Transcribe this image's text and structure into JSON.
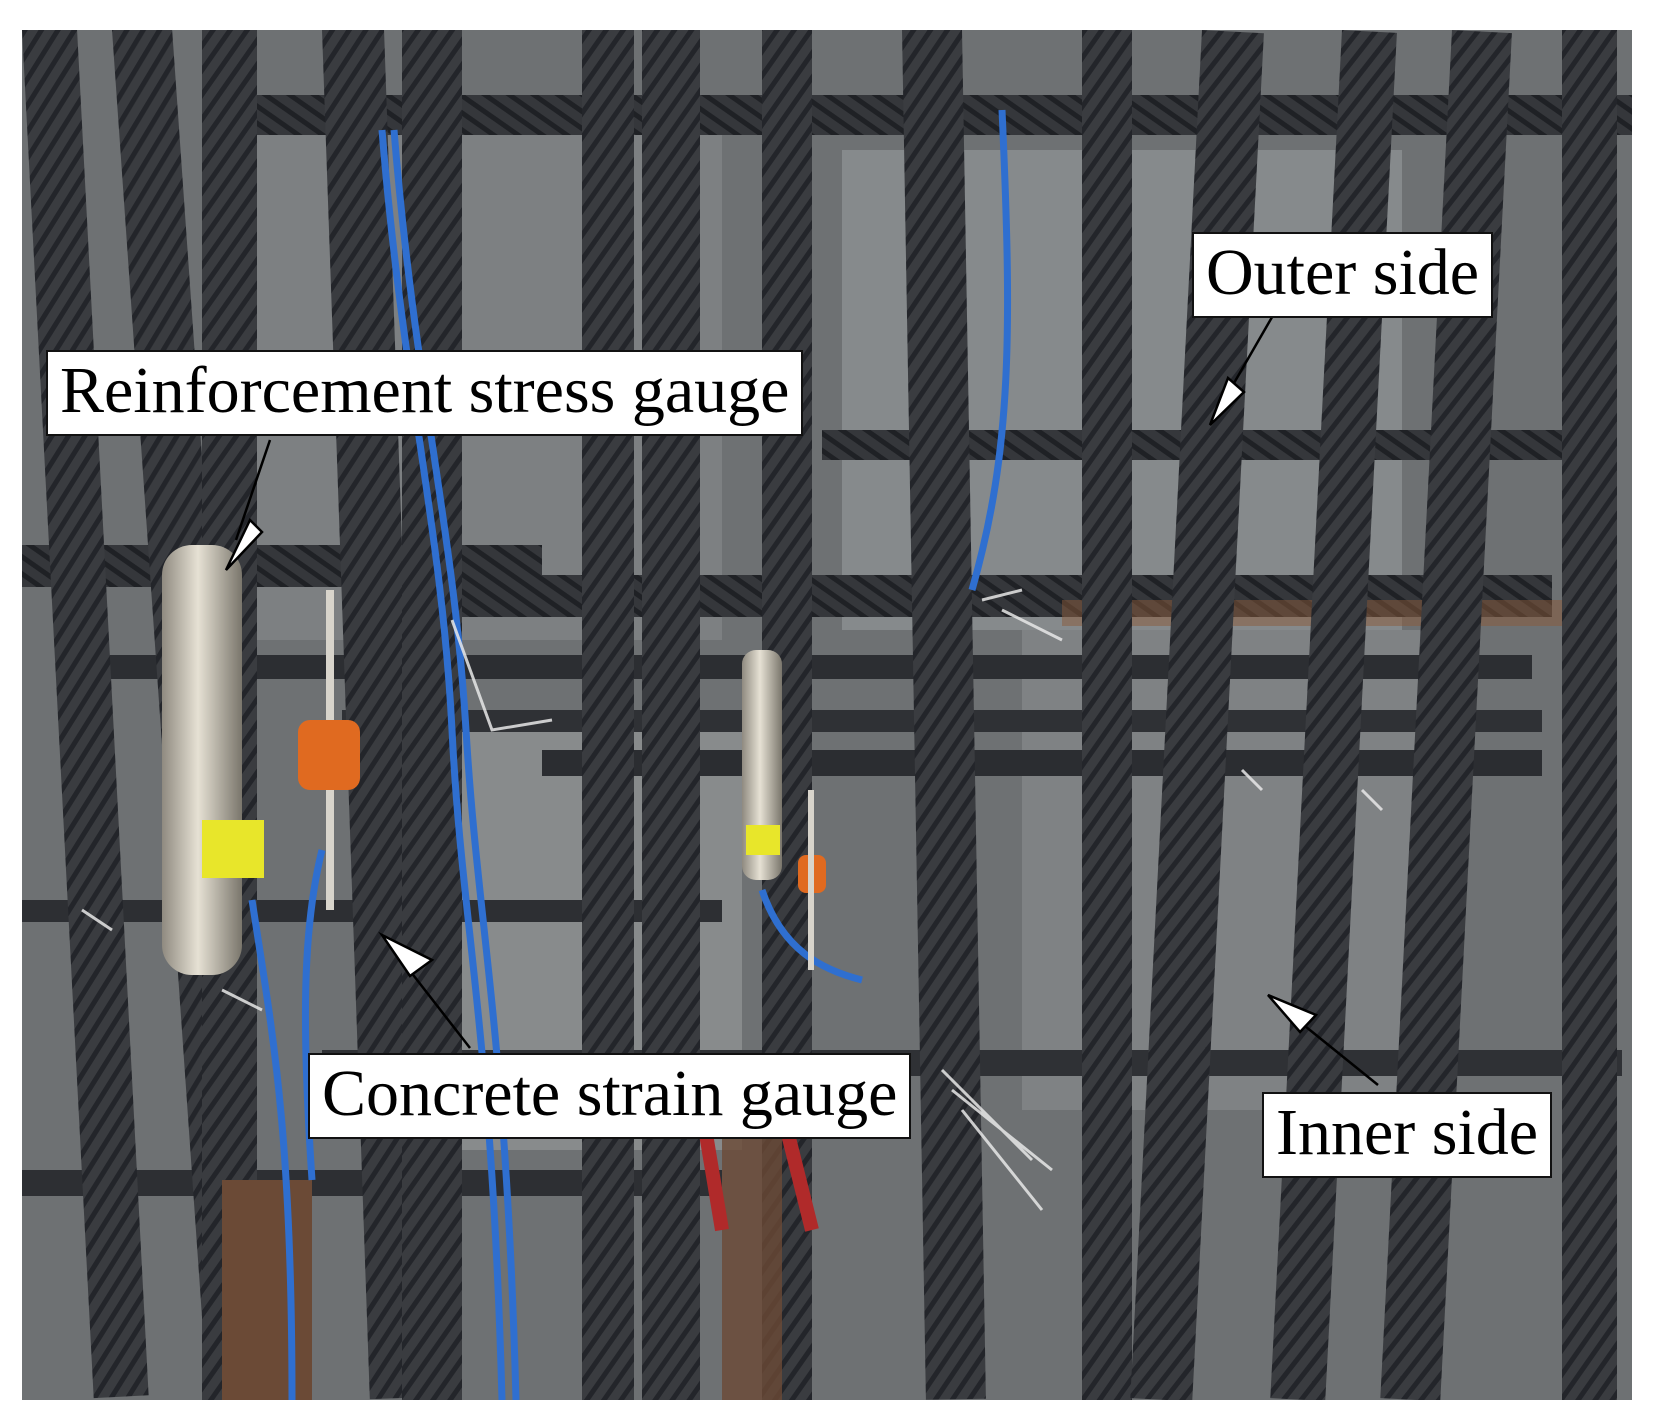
{
  "figure": {
    "labels": {
      "reinforcement_stress_gauge": "Reinforcement stress gauge",
      "concrete_strain_gauge": "Concrete strain gauge",
      "outer_side": "Outer side",
      "inner_side": "Inner side"
    },
    "colors": {
      "rebar": "#3c3e42",
      "rebar_rust": "#8a5a3a",
      "cable": "#2f6fd0",
      "gauge_body": "#bfb8a8",
      "gauge_tag": "#e8e62a",
      "strain_gauge_cap": "#e06a20",
      "background_wall": "#7b7e80"
    }
  }
}
